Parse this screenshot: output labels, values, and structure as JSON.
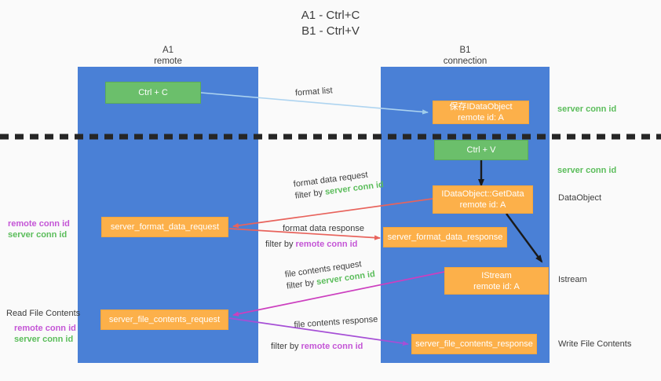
{
  "title": {
    "line1": "A1 - Ctrl+C",
    "line2": "B1 - Ctrl+V"
  },
  "columns": [
    {
      "name": "A1",
      "sub": "remote"
    },
    {
      "name": "B1",
      "sub": "connection"
    }
  ],
  "nodes": {
    "ctrl_c": "Ctrl + C",
    "ctrl_v": "Ctrl + V",
    "save_dataobject_l1": "保存IDataObject",
    "save_dataobject_l2": "remote id: A",
    "getdata_l1": "IDataObject::GetData",
    "getdata_l2": "remote id: A",
    "istream_l1": "IStream",
    "istream_l2": "remote id: A",
    "server_format_data_request": "server_format_data_request",
    "server_format_data_response": "server_format_data_response",
    "server_file_contents_request": "server_file_contents_request",
    "server_file_contents_response": "server_file_contents_response"
  },
  "edges": {
    "format_list": "format list",
    "format_data_request": "format data request",
    "format_data_response": "format data response",
    "file_contents_request": "file contents request",
    "file_contents_response": "file contents response",
    "filter_by": "filter by",
    "server_conn_id": "server conn id",
    "remote_conn_id": "remote conn id"
  },
  "annotations": {
    "right_server_conn_id_1": "server conn id",
    "right_server_conn_id_2": "server conn id",
    "right_dataobject": "DataObject",
    "right_istream": "Istream",
    "right_write_file_contents": "Write File Contents",
    "left_read_file_contents": "Read File Contents",
    "left_remote_conn_id_1": "remote conn id",
    "left_server_conn_id_1": "server conn id",
    "left_remote_conn_id_2": "remote conn id",
    "left_server_conn_id_2": "server conn id"
  },
  "colors": {
    "lane": "#4a80d6",
    "green_box": "#6bbf6b",
    "orange_box": "#fcb04a",
    "server_conn_id": "#5bbd5b",
    "remote_conn_id": "#c455d6",
    "arrow_light_blue": "#aed4f0",
    "arrow_red": "#e8635c",
    "arrow_magenta": "#cc3fbf",
    "arrow_purple": "#a64fd6",
    "arrow_black": "#1a1a1a",
    "divider": "#262626",
    "background": "#fafafa"
  }
}
